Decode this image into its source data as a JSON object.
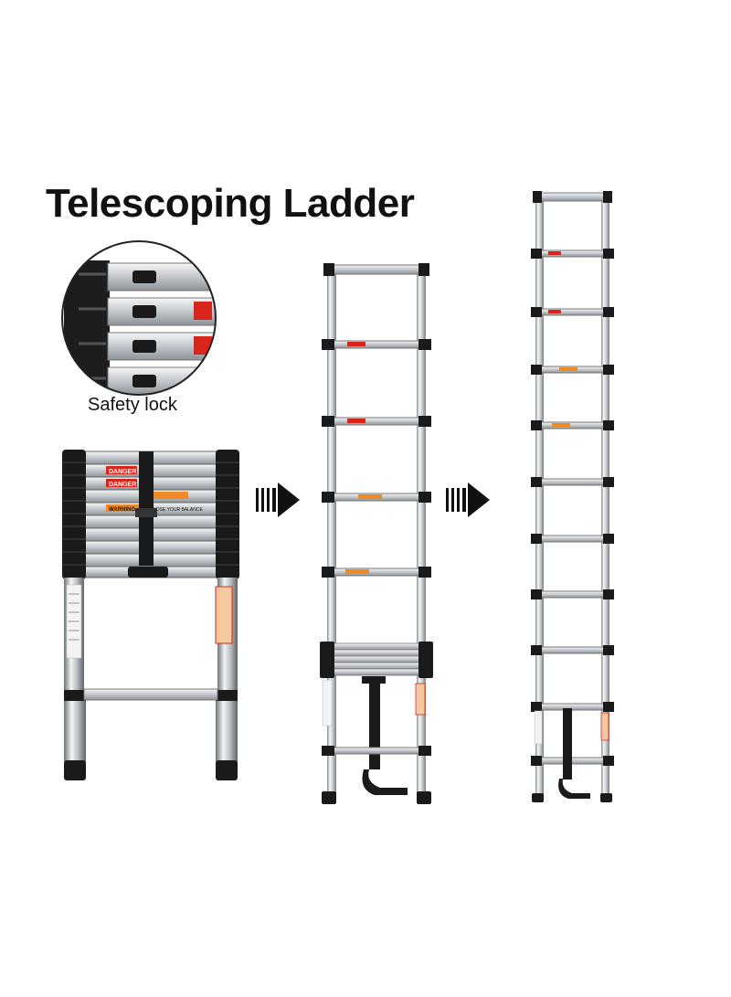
{
  "title": "Telescoping Ladder",
  "inset_caption": "Safety lock",
  "label_text": {
    "danger": "DANGER",
    "warning": "WARNING",
    "balance": "LOSE YOUR BALANCE"
  },
  "colors": {
    "background": "#ffffff",
    "aluminum": "#d9dde0",
    "black_cap": "#1a1a1a",
    "label_red": "#d9261c",
    "label_orange": "#f08a24"
  },
  "icons": [
    "arrow-right-icon",
    "arrow-right-icon"
  ]
}
